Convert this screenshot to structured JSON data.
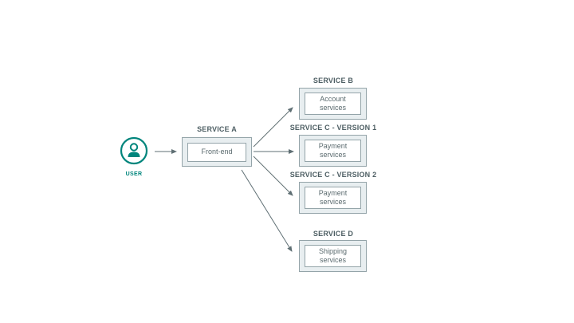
{
  "diagram": {
    "user": {
      "label": "USER"
    },
    "service_a": {
      "title": "SERVICE A",
      "label": "Front-end"
    },
    "service_b": {
      "title": "SERVICE B",
      "label": "Account services"
    },
    "service_c1": {
      "title": "SERVICE C - VERSION 1",
      "label": "Payment services"
    },
    "service_c2": {
      "title": "SERVICE C - VERSION 2",
      "label": "Payment services"
    },
    "service_d": {
      "title": "SERVICE D",
      "label": "Shipping services"
    },
    "colors": {
      "accent_teal": "#00857C",
      "box_fill": "#e8eef0",
      "box_border": "#94a4a9",
      "title_text": "#4d5e63",
      "arrow": "#5f6f74"
    }
  }
}
